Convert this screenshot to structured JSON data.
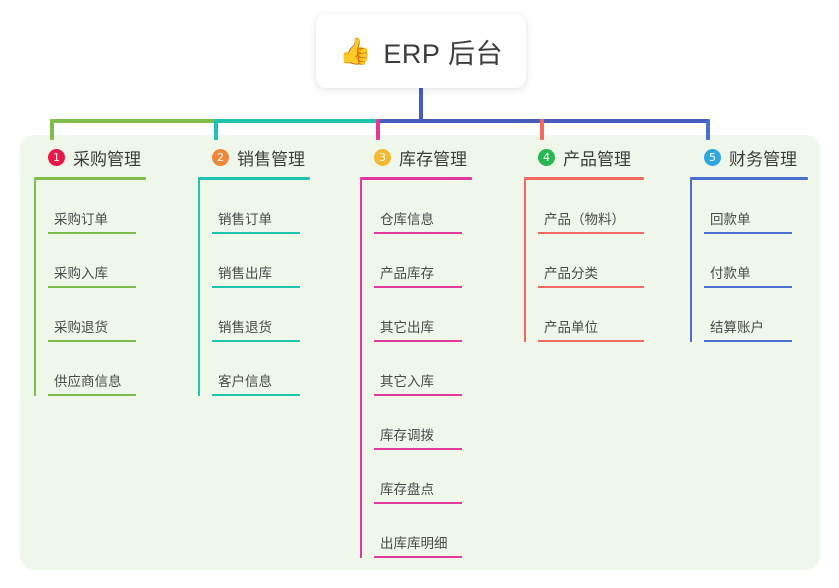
{
  "diagram": {
    "type": "org-tree",
    "root": {
      "icon": "thumbs-up-icon",
      "emoji": "👍",
      "label": "ERP 后台"
    },
    "panel_background": "#EEF7E9",
    "root_connector_color": "#4A5BC0",
    "branch_bar_segments": [
      {
        "color": "#6FB githubPlaceholder"
      }
    ],
    "columns": [
      {
        "number": "1",
        "badge_color": "#E8174A",
        "line_color": "#7FBC4C",
        "title": "采购管理",
        "items": [
          "采购订单",
          "采购入库",
          "采购退货",
          "供应商信息"
        ]
      },
      {
        "number": "2",
        "badge_color": "#F0883A",
        "line_color": "#1EC4AE",
        "title": "销售管理",
        "items": [
          "销售订单",
          "销售出库",
          "销售退货",
          "客户信息"
        ]
      },
      {
        "number": "3",
        "badge_color": "#F5B82E",
        "line_color": "#E0399B",
        "title": "库存管理",
        "items": [
          "仓库信息",
          "产品库存",
          "其它出库",
          "其它入库",
          "库存调拨",
          "库存盘点",
          "出库库明细"
        ]
      },
      {
        "number": "4",
        "badge_color": "#2BB656",
        "line_color": "#F4695E",
        "title": "产品管理",
        "items": [
          "产品（物料）",
          "产品分类",
          "产品单位"
        ]
      },
      {
        "number": "5",
        "badge_color": "#2EA7E0",
        "line_color": "#4A6FD0",
        "title": "财务管理",
        "items": [
          "回款单",
          "付款单",
          "结算账户"
        ]
      }
    ]
  }
}
